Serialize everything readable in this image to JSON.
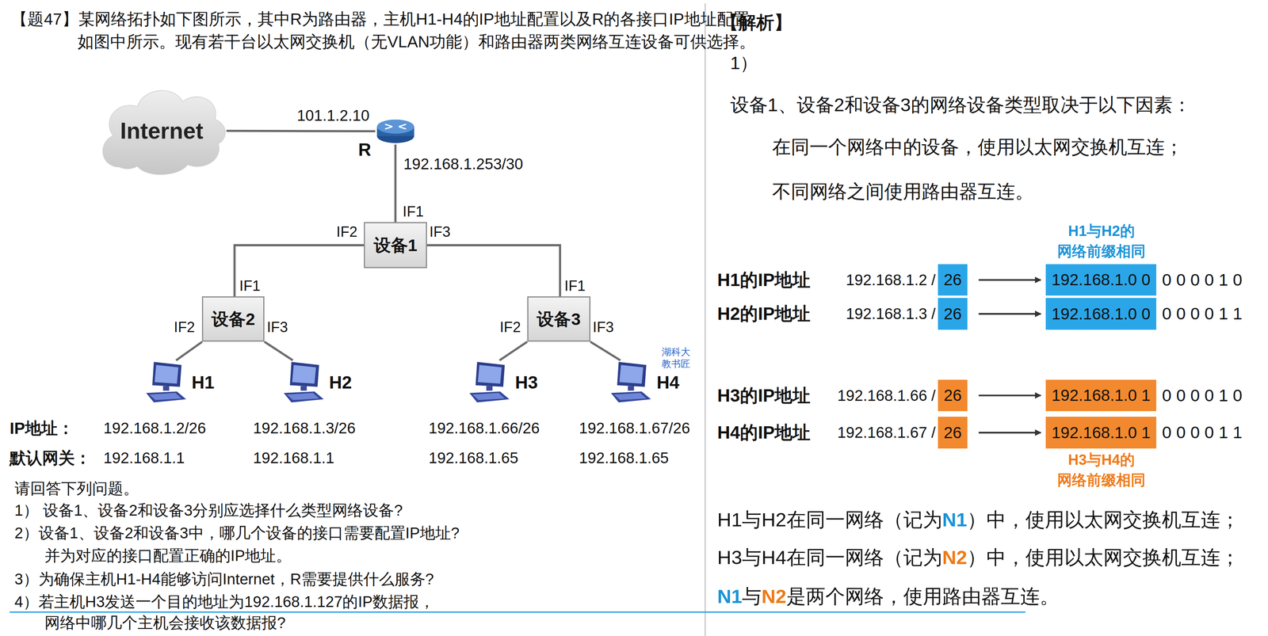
{
  "diagram": {
    "nodes": [
      {
        "text": [
          "Internet"
        ]
      },
      {
        "text": [
          "R"
        ]
      },
      {
        "text": [
          "设备1"
        ]
      },
      {
        "text": [
          "设备2"
        ]
      },
      {
        "text": [
          "设备3"
        ]
      },
      {
        "text": [
          "H1"
        ]
      },
      {
        "text": [
          "H2"
        ]
      },
      {
        "text": [
          "H3"
        ]
      },
      {
        "text": [
          "H4"
        ]
      },
      {
        "text": [
          "26"
        ]
      },
      {
        "text": [
          "192.168.1.0 0"
        ]
      },
      {
        "text": [
          "26"
        ]
      },
      {
        "text": [
          "192.168.1.0 0"
        ]
      },
      {
        "text": [
          "26"
        ]
      },
      {
        "text": [
          "192.168.1.0 1"
        ]
      },
      {
        "text": [
          "26"
        ]
      },
      {
        "text": [
          "192.168.1.0 1"
        ]
      }
    ],
    "edges": [
      {
        "from": 0,
        "to": 1,
        "arrow": "none",
        "label": "101.1.2.10"
      },
      {
        "from": 1,
        "to": 2,
        "arrow": "none",
        "label": "192.168.1.253/30"
      },
      {
        "from": 2,
        "to": 3,
        "arrow": "none"
      },
      {
        "from": 2,
        "to": 4,
        "arrow": "none"
      },
      {
        "from": 3,
        "to": 5,
        "arrow": "none"
      },
      {
        "from": 3,
        "to": 6,
        "arrow": "none"
      },
      {
        "from": 4,
        "to": 7,
        "arrow": "none"
      },
      {
        "from": 4,
        "to": 8,
        "arrow": "none"
      },
      {
        "from": 9,
        "to": 10,
        "arrow": "to"
      },
      {
        "from": 11,
        "to": 12,
        "arrow": "to"
      },
      {
        "from": 13,
        "to": 14,
        "arrow": "to"
      },
      {
        "from": 15,
        "to": 16,
        "arrow": "to"
      }
    ],
    "labels": [
      "【题47】某网络拓扑如下图所示，其中R为路由器，主机H1-H4的IP地址配置以及R的各接口IP地址配置如图中所示。现有若干台以太网交换机（无VLAN功能）和路由器两类网络互连设备可供选择。",
      "IF1",
      "IF2",
      "IF3",
      "IF1",
      "IF2",
      "IF3",
      "IF1",
      "IF2",
      "IF3",
      "湖科大 教书匠",
      "IP地址：",
      "192.168.1.2/26",
      "192.168.1.3/26",
      "192.168.1.66/26",
      "192.168.1.67/26",
      "默认网关：",
      "192.168.1.1",
      "192.168.1.1",
      "192.168.1.65",
      "192.168.1.65",
      "请回答下列问题。",
      "1） 设备1、设备2和设备3分别应选择什么类型网络设备?",
      "2）设备1、设备2和设备3中，哪几个设备的接口需要配置IP地址? 并为对应的接口配置正确的IP地址。",
      "3）为确保主机H1-H4能够访问Internet，R需要提供什么服务?",
      "4）若主机H3发送一个目的地址为192.168.1.127的IP数据报， 网络中哪几个主机会接收该数据报?",
      "【解析】",
      "1）",
      "设备1、设备2和设备3的网络设备类型取决于以下因素：",
      "在同一个网络中的设备，使用以太网交换机互连；",
      "不同网络之间使用路由器互连。",
      "H1与H2的 网络前缀相同",
      "H1的IP地址",
      "192.168.1.2 /",
      "0 0 0 0 1 0",
      "H2的IP地址",
      "192.168.1.3 /",
      "0 0 0 0 1 1",
      "H3的IP地址",
      "192.168.1.66 /",
      "0 0 0 0 1 0",
      "H4的IP地址",
      "192.168.1.67 /",
      "0 0 0 0 1 1",
      "H3与H4的 网络前缀相同",
      "H1与H2在同一网络（记为",
      "N1",
      "）中，使用以太网交换机互连；",
      "H3与H4在同一网络（记为",
      "N2",
      "）中，使用以太网交换机互连；",
      "N1",
      "与",
      "N2",
      "是两个网络，使用路由器互连。"
    ]
  }
}
